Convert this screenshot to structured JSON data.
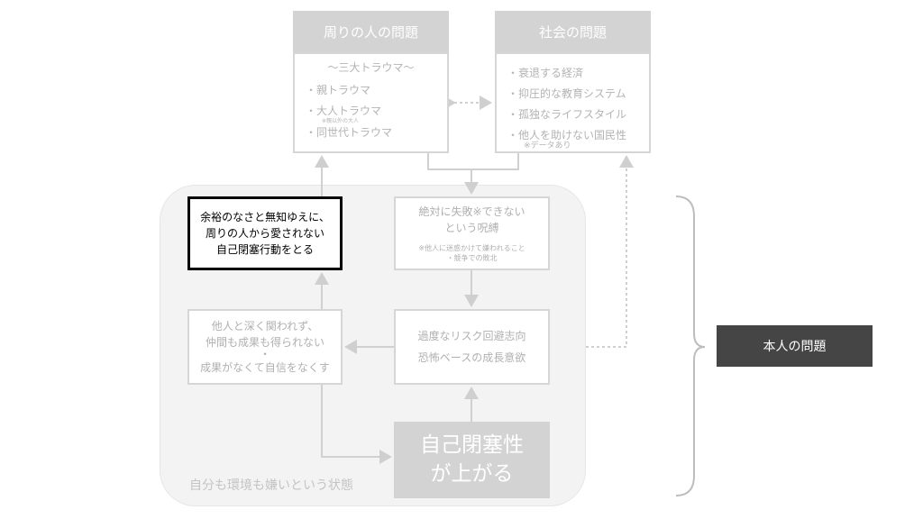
{
  "surroundings": {
    "title": "周りの人の問題",
    "subtitle": "〜三大トラウマ〜",
    "items": [
      "・親トラウマ",
      "・大人トラウマ",
      "・同世代トラウマ"
    ],
    "note": "※親以外の大人"
  },
  "society": {
    "title": "社会の問題",
    "items": [
      "・衰退する経済",
      "・抑圧的な教育システム",
      "・孤独なライフスタイル",
      "・他人を助けない国民性"
    ],
    "note": "※データあり"
  },
  "highlight": {
    "lines": [
      "余裕のなさと無知ゆえに、",
      "周りの人から愛されない",
      "自己閉塞行動をとる"
    ]
  },
  "curse": {
    "lines": [
      "絶対に失敗※できない",
      "という呪縛"
    ],
    "notes": [
      "※他人に迷惑かけて嫌われること",
      "・競争での敗北"
    ]
  },
  "isolation": {
    "lines": [
      "他人と深く関われず、",
      "仲間も成果も得られない",
      "・",
      "成果がなくて自信をなくす"
    ]
  },
  "risk": {
    "lines": [
      "過度なリスク回避志向",
      "恐怖ベースの成長意欲"
    ]
  },
  "closure": {
    "lines": [
      "自己閉塞性",
      "が上がる"
    ]
  },
  "region_label": "自分も環境も嫌いという状態",
  "self": {
    "title": "本人の問題"
  }
}
